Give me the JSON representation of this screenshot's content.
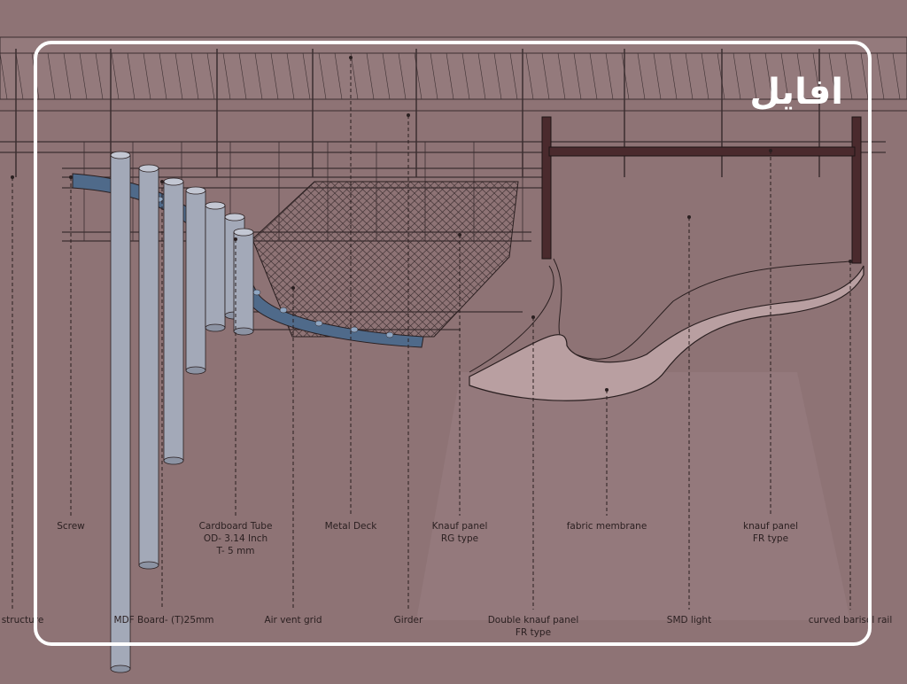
{
  "brand": {
    "logo_text": "افایل"
  },
  "colors": {
    "background": "#8e7375",
    "line": "#2a1f20",
    "tube": "#a3a9b8",
    "bracket": "#4f6a8a",
    "membrane": "#b99fa1",
    "frame": "#ffffff"
  },
  "labels": {
    "roof_structure": "f structure",
    "screw": "Screw",
    "mdf_board": "MDF Board- (T)25mm",
    "cardboard_tube": [
      "Cardboard Tube",
      "OD- 3.14 Inch",
      "T- 5 mm"
    ],
    "air_vent_grid": "Air vent grid",
    "metal_deck": "Metal Deck",
    "girder": "Girder",
    "knauf_rg": [
      "Knauf panel",
      "RG type"
    ],
    "double_knauf": [
      "Double knauf panel",
      "FR type"
    ],
    "fabric_membrane": "fabric membrane",
    "smd_light": "SMD light",
    "knauf_fr": [
      "knauf panel",
      "FR type"
    ],
    "curved_rail": "curved barisol rail"
  }
}
